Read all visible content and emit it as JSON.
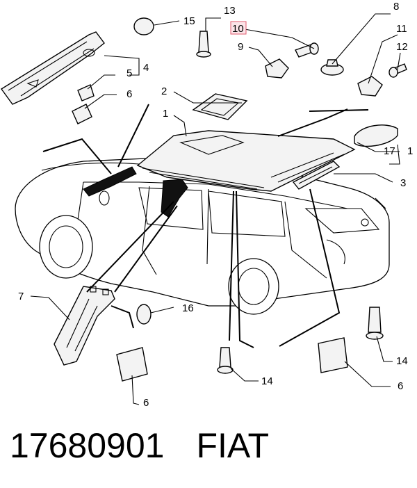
{
  "callouts": {
    "c1a": "1",
    "c1b": "1",
    "c2": "2",
    "c3": "3",
    "c4": "4",
    "c5": "5",
    "c6a": "6",
    "c6b": "6",
    "c6c": "6",
    "c7": "7",
    "c8": "8",
    "c9": "9",
    "c10": "10",
    "c11": "11",
    "c12": "12",
    "c13": "13",
    "c14a": "14",
    "c14b": "14",
    "c15": "15",
    "c16": "16",
    "c17": "17"
  },
  "highlight_color": "#e05a6e",
  "footer": {
    "part_number": "17680901",
    "brand": "FIAT"
  }
}
